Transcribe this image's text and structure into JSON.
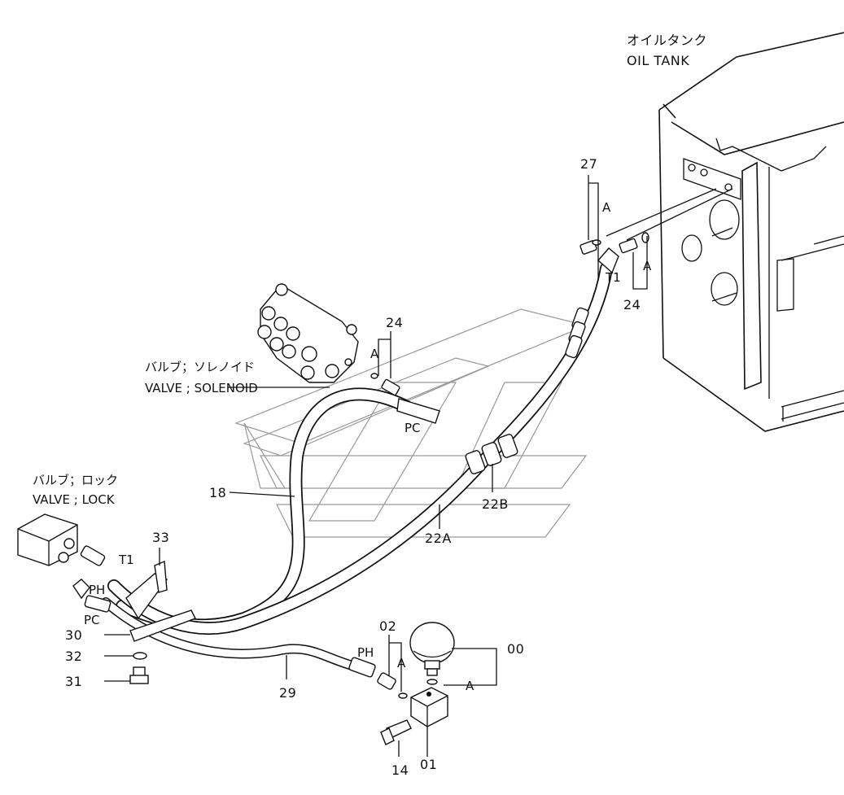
{
  "labels": {
    "oil_tank_jp": "オイルタンク",
    "oil_tank_en": "OIL  TANK",
    "valve_solenoid_jp": "バルブ；ソレノイド",
    "valve_solenoid_en": "VALVE ; SOLENOID",
    "valve_lock_jp": "バルブ；ロック",
    "valve_lock_en": "VALVE ; LOCK"
  },
  "part_numbers": {
    "p27": "27",
    "p24_top": "24",
    "p24_sol": "24",
    "p18": "18",
    "p22B": "22B",
    "p22A": "22A",
    "p33": "33",
    "p30": "30",
    "p32": "32",
    "p31": "31",
    "p29": "29",
    "p02": "02",
    "p00": "00",
    "p14": "14",
    "p01": "01"
  },
  "port_labels": {
    "t1_tank": "T1",
    "pc_sol": "PC",
    "t1_lock": "T1",
    "ph_lock": "PH",
    "pc_lock": "PC",
    "ph_hose": "PH"
  },
  "oring_marks": {
    "a1": "A",
    "a2": "A",
    "a3": "A",
    "a4": "A",
    "a5": "A"
  }
}
